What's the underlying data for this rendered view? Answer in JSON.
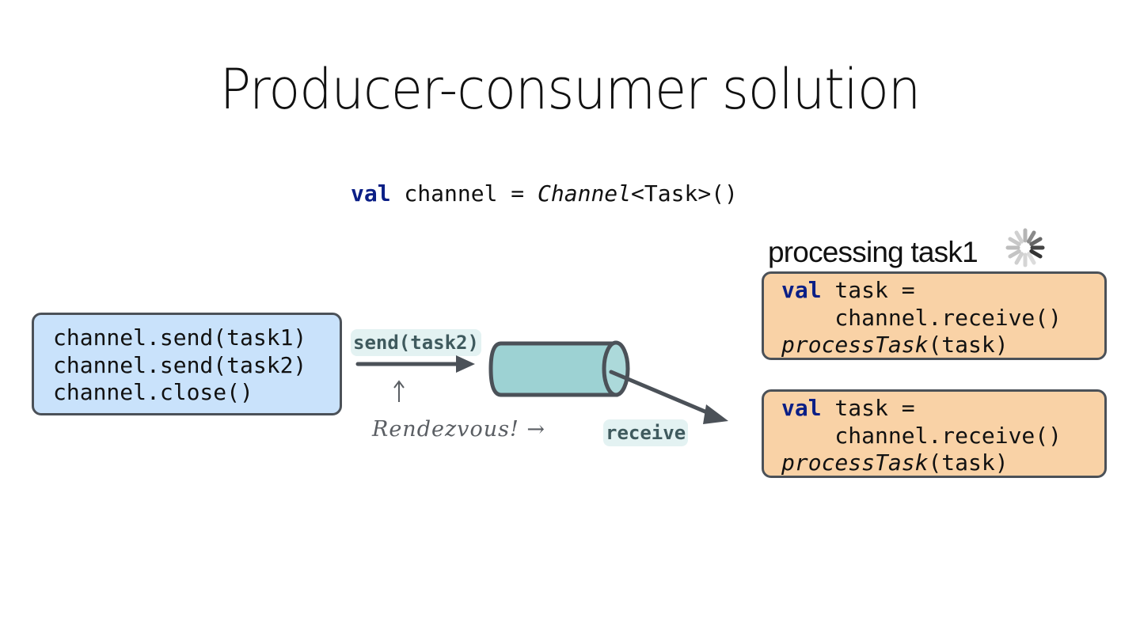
{
  "slide": {
    "title": "Producer-consumer solution",
    "declaration": {
      "keyword": "val",
      "variable": " channel = ",
      "type_name": "Channel",
      "type_args": "<Task>()"
    },
    "producer": {
      "lines": [
        "channel.send(task1)",
        "channel.send(task2)",
        "channel.close()"
      ]
    },
    "send_label": "send(task2)",
    "receive_label": "receive",
    "rendezvous_label": "Rendezvous! →",
    "rendezvous_pointer": "↑",
    "processing_label": "processing task1",
    "consumers": [
      {
        "keyword": "val",
        "line1_rest": " task =",
        "line2": "    channel.receive()",
        "fn_name": "processTask",
        "fn_args": "(task)"
      },
      {
        "keyword": "val",
        "line1_rest": " task =",
        "line2": "    channel.receive()",
        "fn_name": "processTask",
        "fn_args": "(task)"
      }
    ],
    "colors": {
      "keyword": "#0b1f86",
      "producer_fill": "#c9e2fb",
      "consumer_fill": "#f9d2a6",
      "channel_fill": "#9dd2d3",
      "stroke": "#4b5158",
      "pill_bg": "#e3f2f2"
    }
  }
}
